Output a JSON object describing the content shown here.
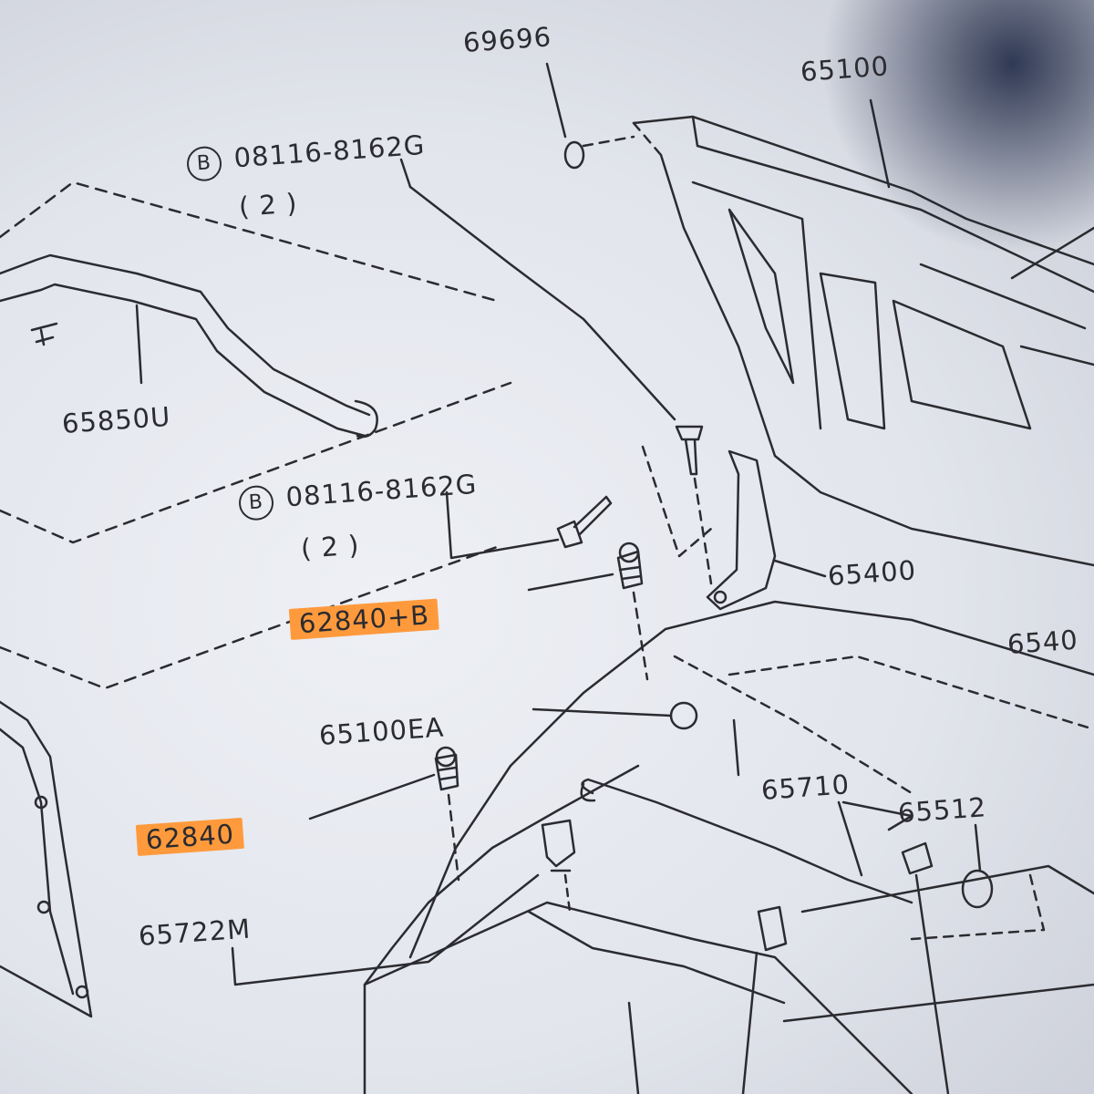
{
  "labels": {
    "p69696": "69696",
    "p65100": "65100",
    "p08116_a": "08116-8162G",
    "p08116_a_qty": "( 2 )",
    "p65850u": "65850U",
    "p08116_b": "08116-8162G",
    "p08116_b_qty": "( 2 )",
    "p62840b": "62840+B",
    "p65400a": "65400",
    "p65400b": "6540",
    "p65100ea": "65100EA",
    "p62840": "62840",
    "p65710": "65710",
    "p65512": "65512",
    "p65722m": "65722M",
    "b_marker": "B"
  },
  "colors": {
    "highlight": "#ff9a3c",
    "ink": "#2b2b30",
    "paper": "#e6e8ee"
  }
}
